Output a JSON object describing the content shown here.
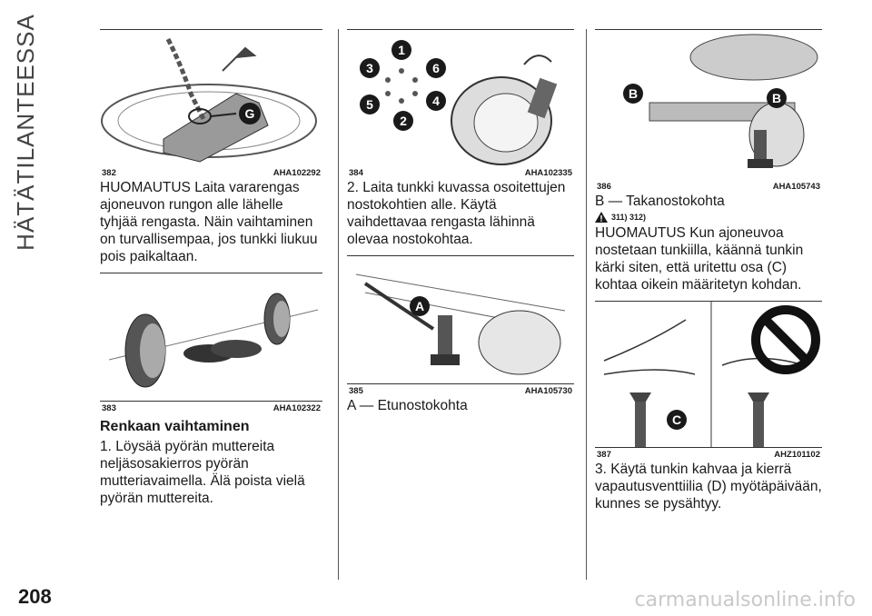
{
  "section_title": "HÄTÄTILANTEESSA",
  "page_number": "208",
  "watermark": "carmanualsonline.info",
  "figures": {
    "f382": {
      "num": "382",
      "code": "AHA102292",
      "label": "G"
    },
    "f383": {
      "num": "383",
      "code": "AHA102322"
    },
    "f384": {
      "num": "384",
      "code": "AHA102335",
      "labels": [
        "1",
        "2",
        "3",
        "4",
        "5",
        "6"
      ]
    },
    "f385": {
      "num": "385",
      "code": "AHA105730",
      "label": "A"
    },
    "f386": {
      "num": "386",
      "code": "AHA105743",
      "label_left": "B",
      "label_right": "B"
    },
    "f387": {
      "num": "387",
      "code": "AHZ101102",
      "label": "C"
    }
  },
  "col1": {
    "note": "HUOMAUTUS Laita vararengas ajoneuvon rungon alle lähelle tyhjää rengasta. Näin vaihtaminen on turvallisempaa, jos tunkki liukuu pois paikaltaan.",
    "heading": "Renkaan vaihtaminen",
    "step1": "1. Löysää pyörän muttereita neljäsosakierros pyörän mutteriavaimella. Älä poista vielä pyörän muttereita."
  },
  "col2": {
    "step2": "2. Laita tunkki kuvassa osoitettujen nostokohtien alle. Käytä vaihdettavaa rengasta lähinnä olevaa nostokohtaa.",
    "caption_a": "A — Etunostokohta"
  },
  "col3": {
    "caption_b": "B — Takanostokohta",
    "warning_refs": "311) 312)",
    "note": "HUOMAUTUS Kun ajoneuvoa nostetaan tunkiilla, käännä tunkin kärki siten, että uritettu osa (C) kohtaa oikein määritetyn kohdan.",
    "step3": "3. Käytä tunkin kahvaa ja kierrä vapautusventtiilia (D) myötäpäivään, kunnes se pysähtyy."
  }
}
